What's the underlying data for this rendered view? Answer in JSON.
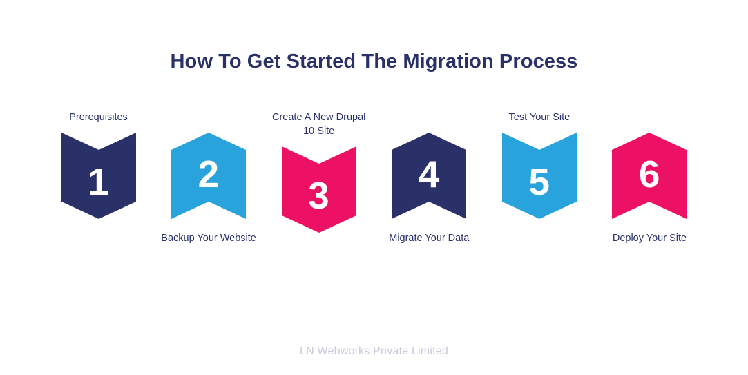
{
  "header": {
    "title": "How To Get Started The Migration Process"
  },
  "colors": {
    "navy": "#2a3169",
    "blue": "#29a3dc",
    "pink": "#ec1164",
    "title_text": "#2a3169",
    "label_text": "#2a3169",
    "number_text": "#ffffff",
    "footer_text": "#c9cbdd",
    "background": "#ffffff"
  },
  "steps": [
    {
      "number": "1",
      "label": "Prerequisites",
      "color_name": "navy",
      "color": "#2a3169",
      "direction": "point-down",
      "caption_position": "top"
    },
    {
      "number": "2",
      "label": "Backup Your Website",
      "color_name": "blue",
      "color": "#29a3dc",
      "direction": "point-up",
      "caption_position": "bottom"
    },
    {
      "number": "3",
      "label": "Create A New Drupal 10 Site",
      "color_name": "pink",
      "color": "#ec1164",
      "direction": "point-down",
      "caption_position": "top"
    },
    {
      "number": "4",
      "label": "Migrate Your Data",
      "color_name": "navy",
      "color": "#2a3169",
      "direction": "point-up",
      "caption_position": "bottom"
    },
    {
      "number": "5",
      "label": "Test Your Site",
      "color_name": "blue",
      "color": "#29a3dc",
      "direction": "point-down",
      "caption_position": "top"
    },
    {
      "number": "6",
      "label": "Deploy Your Site",
      "color_name": "pink",
      "color": "#ec1164",
      "direction": "point-up",
      "caption_position": "bottom"
    }
  ],
  "footer": {
    "text": "LN Webworks Private Limited"
  }
}
